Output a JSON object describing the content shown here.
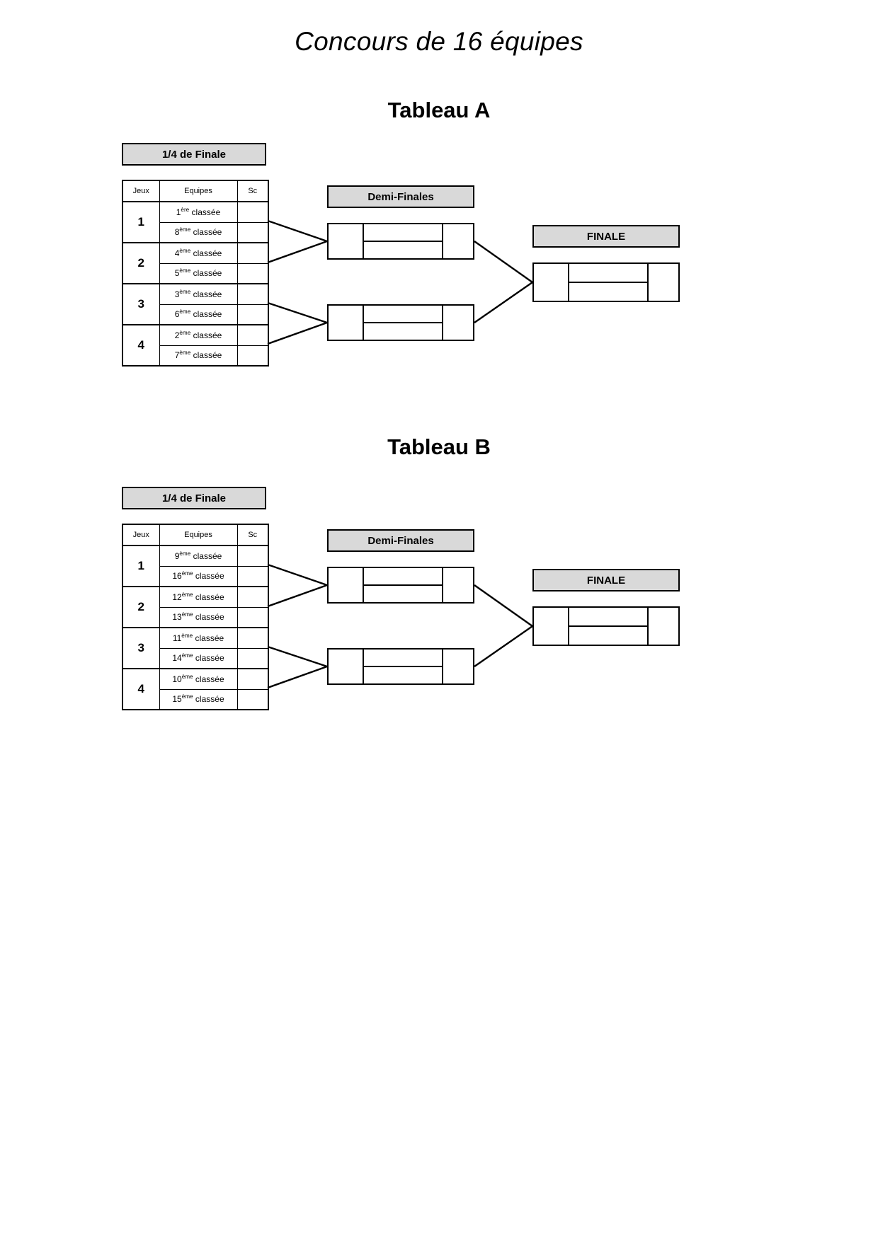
{
  "document": {
    "title": "Concours de 16 équipes"
  },
  "labels": {
    "quarter_final": "1/4 de Finale",
    "semi_final": "Demi-Finales",
    "final": "FINALE",
    "col_jeux": "Jeux",
    "col_equipes": "Equipes",
    "col_sc": "Sc"
  },
  "colors": {
    "banner_fill": "#d9d9d9",
    "line": "#000000",
    "page_background": "#ffffff"
  },
  "tableaux": [
    {
      "id": "a",
      "title": "Tableau A",
      "quarter_finals": [
        {
          "game": "1",
          "team_top": {
            "rank": "1",
            "suffix": "ère",
            "label": "classée"
          },
          "team_bottom": {
            "rank": "8",
            "suffix": "ème",
            "label": "classée"
          },
          "score_top": "",
          "score_bottom": ""
        },
        {
          "game": "2",
          "team_top": {
            "rank": "4",
            "suffix": "ème",
            "label": "classée"
          },
          "team_bottom": {
            "rank": "5",
            "suffix": "ème",
            "label": "classée"
          },
          "score_top": "",
          "score_bottom": ""
        },
        {
          "game": "3",
          "team_top": {
            "rank": "3",
            "suffix": "ème",
            "label": "classée"
          },
          "team_bottom": {
            "rank": "6",
            "suffix": "ème",
            "label": "classée"
          },
          "score_top": "",
          "score_bottom": ""
        },
        {
          "game": "4",
          "team_top": {
            "rank": "2",
            "suffix": "ème",
            "label": "classée"
          },
          "team_bottom": {
            "rank": "7",
            "suffix": "ème",
            "label": "classée"
          },
          "score_top": "",
          "score_bottom": ""
        }
      ],
      "semi_finals": [
        {
          "game": "",
          "team_top": "",
          "team_bottom": "",
          "score": ""
        },
        {
          "game": "",
          "team_top": "",
          "team_bottom": "",
          "score": ""
        }
      ],
      "final": {
        "game": "",
        "team_top": "",
        "team_bottom": "",
        "score": ""
      }
    },
    {
      "id": "b",
      "title": "Tableau B",
      "quarter_finals": [
        {
          "game": "1",
          "team_top": {
            "rank": "9",
            "suffix": "ème",
            "label": "classée"
          },
          "team_bottom": {
            "rank": "16",
            "suffix": "ème",
            "label": "classée"
          },
          "score_top": "",
          "score_bottom": ""
        },
        {
          "game": "2",
          "team_top": {
            "rank": "12",
            "suffix": "ème",
            "label": "classée"
          },
          "team_bottom": {
            "rank": "13",
            "suffix": "ème",
            "label": "classée"
          },
          "score_top": "",
          "score_bottom": ""
        },
        {
          "game": "3",
          "team_top": {
            "rank": "11",
            "suffix": "ème",
            "label": "classée"
          },
          "team_bottom": {
            "rank": "14",
            "suffix": "ème",
            "label": "classée"
          },
          "score_top": "",
          "score_bottom": ""
        },
        {
          "game": "4",
          "team_top": {
            "rank": "10",
            "suffix": "ème",
            "label": "classée"
          },
          "team_bottom": {
            "rank": "15",
            "suffix": "ème",
            "label": "classée"
          },
          "score_top": "",
          "score_bottom": ""
        }
      ],
      "semi_finals": [
        {
          "game": "",
          "team_top": "",
          "team_bottom": "",
          "score": ""
        },
        {
          "game": "",
          "team_top": "",
          "team_bottom": "",
          "score": ""
        }
      ],
      "final": {
        "game": "",
        "team_top": "",
        "team_bottom": "",
        "score": ""
      }
    }
  ]
}
